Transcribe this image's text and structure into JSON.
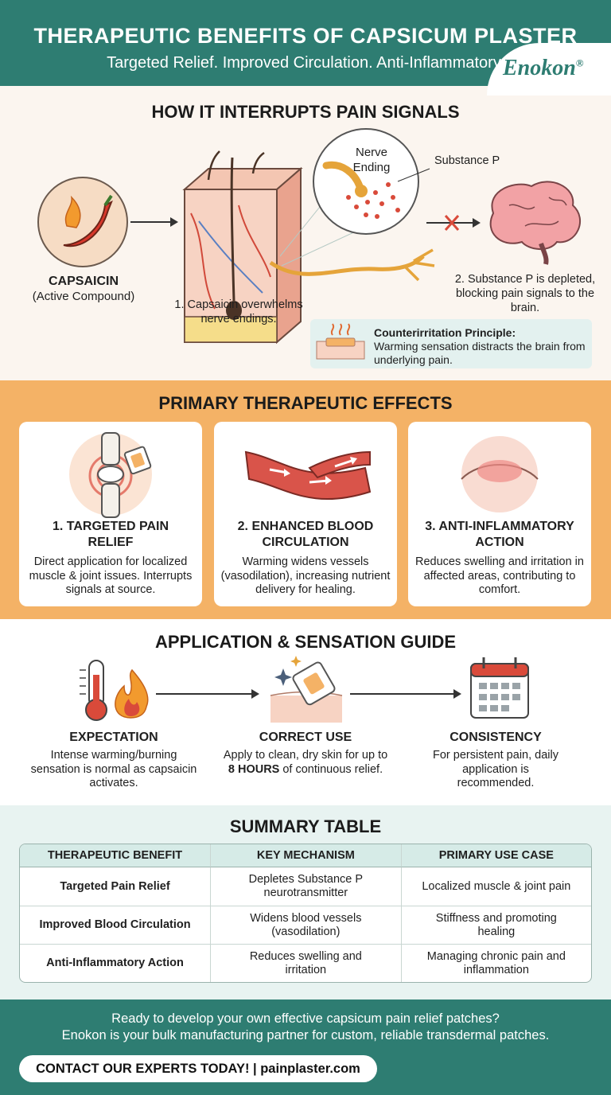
{
  "header": {
    "title": "THERAPEUTIC BENEFITS OF CAPSICUM PLASTER",
    "subtitle": "Targeted Relief. Improved Circulation. Anti-Inflammatory."
  },
  "mechanism": {
    "title": "HOW IT INTERRUPTS PAIN SIGNALS",
    "capsaicin_name": "CAPSAICIN",
    "capsaicin_note": "(Active Compound)",
    "nerve_label": "Nerve Ending",
    "substance_label": "Substance P",
    "step1": "1. Capsaicin overwhelms nerve endings.",
    "step2": "2. Substance P is depleted, blocking pain signals to the brain.",
    "counter_title": "Counterirritation Principle:",
    "counter_text": "Warming sensation distracts the brain from underlying pain."
  },
  "effects": {
    "title": "PRIMARY THERAPEUTIC EFFECTS",
    "cards": [
      {
        "title": "1. TARGETED PAIN RELIEF",
        "desc": "Direct application for localized muscle & joint issues. Interrupts signals at source.",
        "icon": "knee-joint-icon"
      },
      {
        "title": "2. ENHANCED BLOOD CIRCULATION",
        "desc": "Warming widens vessels (vasodilation), increasing nutrient delivery for healing.",
        "icon": "blood-vessel-icon"
      },
      {
        "title": "3. ANTI-INFLAMMATORY ACTION",
        "desc": "Reduces swelling and irritation in affected areas, contributing to comfort.",
        "icon": "inflamed-skin-icon"
      }
    ]
  },
  "guide": {
    "title": "APPLICATION & SENSATION GUIDE",
    "steps": [
      {
        "title": "EXPECTATION",
        "desc": "Intense warming/burning sensation is normal as capsaicin activates.",
        "icon": "thermometer-flame-icon"
      },
      {
        "title": "CORRECT USE",
        "desc_pre": "Apply to clean, dry skin for up to ",
        "desc_bold": "8 HOURS",
        "desc_post": " of continuous relief.",
        "icon": "plaster-skin-icon"
      },
      {
        "title": "CONSISTENCY",
        "desc": "For persistent pain, daily application is recommended.",
        "icon": "calendar-icon"
      }
    ]
  },
  "summary": {
    "title": "SUMMARY TABLE",
    "headers": [
      "THERAPEUTIC BENEFIT",
      "KEY MECHANISM",
      "PRIMARY USE CASE"
    ],
    "rows": [
      [
        "Targeted Pain Relief",
        "Depletes Substance P neurotransmitter",
        "Localized muscle & joint pain"
      ],
      [
        "Improved Blood Circulation",
        "Widens blood vessels (vasodilation)",
        "Stiffness and promoting healing"
      ],
      [
        "Anti-Inflammatory Action",
        "Reduces swelling and irritation",
        "Managing chronic pain and inflammation"
      ]
    ]
  },
  "footer": {
    "message_line1": "Ready to develop your own effective capsicum pain relief patches?",
    "message_line2": "Enokon is your bulk manufacturing partner for custom, reliable transdermal patches.",
    "cta": "CONTACT OUR EXPERTS TODAY! | painplaster.com",
    "brand": "Enokon",
    "brand_mark": "®"
  },
  "colors": {
    "teal": "#2e7d72",
    "orange": "#f4b266",
    "cream": "#fbf5ef",
    "light_teal": "#e8f3f1",
    "red": "#d94a3a"
  }
}
